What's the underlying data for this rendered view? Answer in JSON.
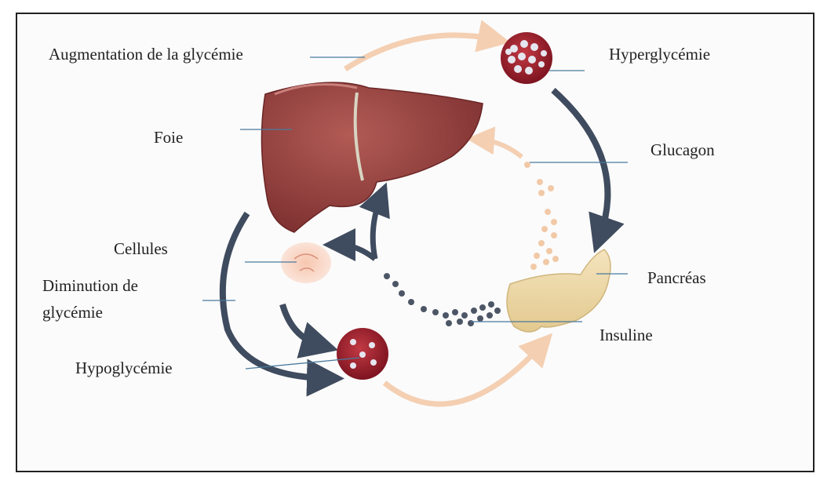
{
  "labels": {
    "augmentation": "Augmentation  de la glycémie",
    "hyperglycemie": "Hyperglycémie",
    "foie": "Foie",
    "glucagon": "Glucagon",
    "cellules": "Cellules",
    "pancreas": "Pancréas",
    "diminution_line1": "Diminution de",
    "diminution_line2": "glycémie",
    "insuline": "Insuline",
    "hypoglycemie": "Hypoglycémie"
  },
  "colors": {
    "liver": "#8f3a3a",
    "liver_highlight": "#b8605a",
    "blood_drop": "#a51f2e",
    "pancreas": "#efdcae",
    "dark_arrow": "#3f4b5e",
    "light_arrow": "#f4cfb2",
    "leader_line": "#4a7a9e"
  }
}
